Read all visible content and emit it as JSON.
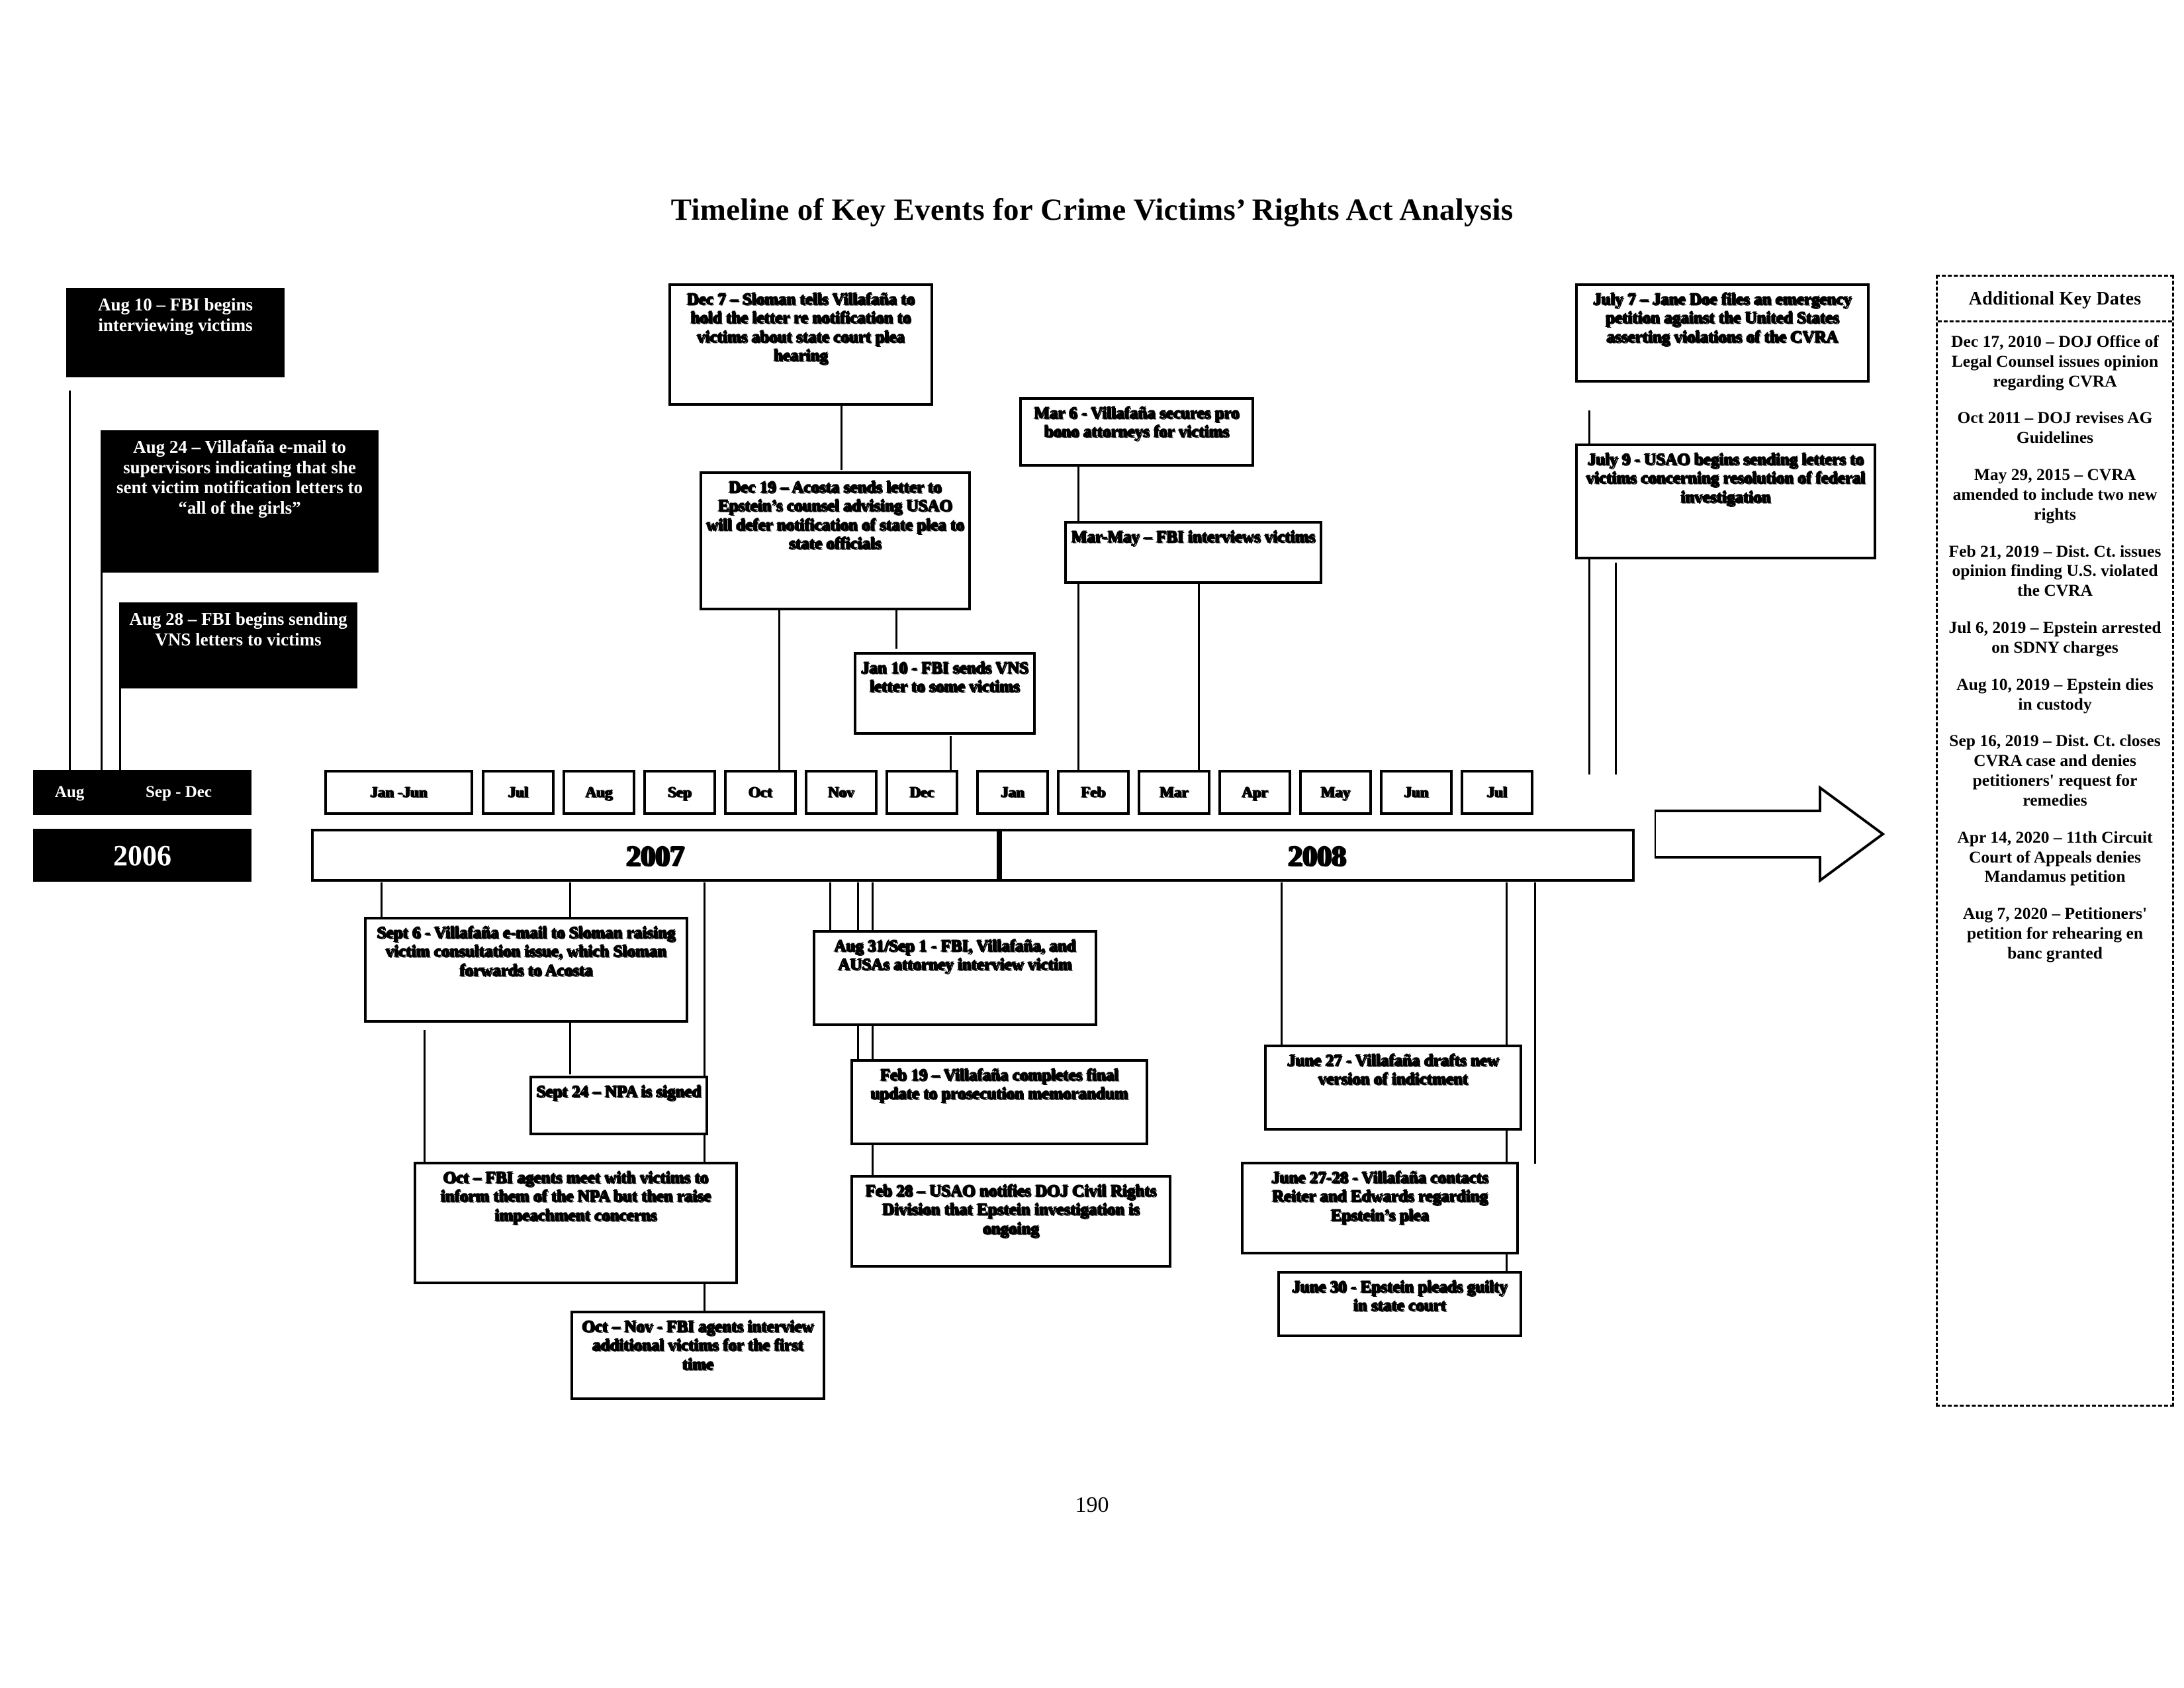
{
  "page": {
    "title": "Timeline of Key Events for Crime Victims’ Rights Act Analysis",
    "number": "190"
  },
  "timeline": {
    "months_2006": [
      "Aug",
      "Sep - Dec"
    ],
    "months": [
      "Jan -Jun",
      "Jul",
      "Aug",
      "Sep",
      "Oct",
      "Nov",
      "Dec",
      "Jan",
      "Feb",
      "Mar",
      "Apr",
      "May",
      "Jun",
      "Jul"
    ],
    "years": [
      "2006",
      "2007",
      "2008"
    ]
  },
  "events_above": [
    {
      "id": "aug10-fbi-interviews",
      "style": "inverted",
      "text": "Aug 10 – FBI begins interviewing victims"
    },
    {
      "id": "aug24-villafana-email",
      "style": "inverted",
      "text": "Aug 24 – Villafaña e-mail to supervisors indicating that she sent victim notification letters to “all of the girls”"
    },
    {
      "id": "aug28-vns-letters",
      "style": "inverted",
      "text": "Aug 28 – FBI begins sending VNS letters to victims"
    },
    {
      "id": "dec7-sloman-hold-letter",
      "style": "outlined",
      "text": "Dec 7 – Sloman tells Villafaña to hold the letter re notification to victims about state court plea hearing"
    },
    {
      "id": "dec19-acosta-letter",
      "style": "outlined",
      "text": "Dec 19 – Acosta sends letter to Epstein’s counsel advising USAO will defer notification of state plea to state officials"
    },
    {
      "id": "jan10-fbi-vns",
      "style": "outlined",
      "text": "Jan 10 - FBI sends VNS letter to some victims"
    },
    {
      "id": "mar6-pro-bono",
      "style": "outlined",
      "text": "Mar 6 - Villafaña secures pro bono attorneys for victims"
    },
    {
      "id": "mar-may-fbi-interviews",
      "style": "outlined",
      "text": "Mar-May – FBI interviews victims"
    },
    {
      "id": "july7-jane-doe-petition",
      "style": "outlined",
      "text": "July 7 – Jane Doe files an emergency petition against the United States asserting violations of the CVRA"
    },
    {
      "id": "july9-usao-letters",
      "style": "outlined",
      "text": "July 9 - USAO begins sending letters to victims concerning resolution of federal investigation"
    }
  ],
  "events_below": [
    {
      "id": "sept6-villafana-email-sloman",
      "style": "outlined",
      "text": "Sept 6 - Villafaña e-mail to Sloman raising victim consultation issue, which Sloman forwards to Acosta"
    },
    {
      "id": "sept24-npa-signed",
      "style": "outlined",
      "text": "Sept 24 – NPA is signed"
    },
    {
      "id": "oct-fbi-meets-victims",
      "style": "outlined",
      "text": "Oct – FBI agents meet with victims to inform them of the NPA but then raise impeachment concerns"
    },
    {
      "id": "oct-nov-interviews",
      "style": "outlined",
      "text": "Oct – Nov - FBI agents interview additional victims for the first time"
    },
    {
      "id": "aug31-sep1-interview",
      "style": "outlined",
      "text": "Aug 31/Sep 1 - FBI, Villafaña, and AUSAs attorney interview victim"
    },
    {
      "id": "feb19-prosecution-memo",
      "style": "outlined",
      "text": "Feb 19 – Villafaña completes final update to prosecution memorandum"
    },
    {
      "id": "feb28-usao-notifies-doj",
      "style": "outlined",
      "text": "Feb 28 – USAO notifies DOJ Civil Rights Division that Epstein investigation is ongoing"
    },
    {
      "id": "june27-new-indictment",
      "style": "outlined",
      "text": "June 27 - Villafaña drafts new version of indictment"
    },
    {
      "id": "june27-28-contacts-reiter-edwards",
      "style": "outlined",
      "text": "June 27-28 - Villafaña contacts Reiter and Edwards regarding Epstein’s plea"
    },
    {
      "id": "june30-epstein-pleads-guilty",
      "style": "outlined",
      "text": "June 30 - Epstein pleads guilty in state court"
    }
  ],
  "sidebar": {
    "title": "Additional Key Dates",
    "items": [
      "Dec 17, 2010 – DOJ Office of Legal Counsel issues opinion regarding CVRA",
      "Oct 2011 – DOJ revises AG Guidelines",
      "May 29, 2015 – CVRA amended to include two new rights",
      "Feb 21, 2019 – Dist. Ct. issues opinion finding U.S. violated the CVRA",
      "Jul 6, 2019 – Epstein arrested on SDNY charges",
      "Aug 10, 2019 – Epstein dies in custody",
      "Sep 16, 2019 – Dist. Ct. closes CVRA case and denies petitioners' request for remedies",
      "Apr 14, 2020 – 11th Circuit Court of Appeals denies Mandamus petition",
      "Aug 7, 2020 – Petitioners' petition for rehearing en banc granted"
    ]
  }
}
